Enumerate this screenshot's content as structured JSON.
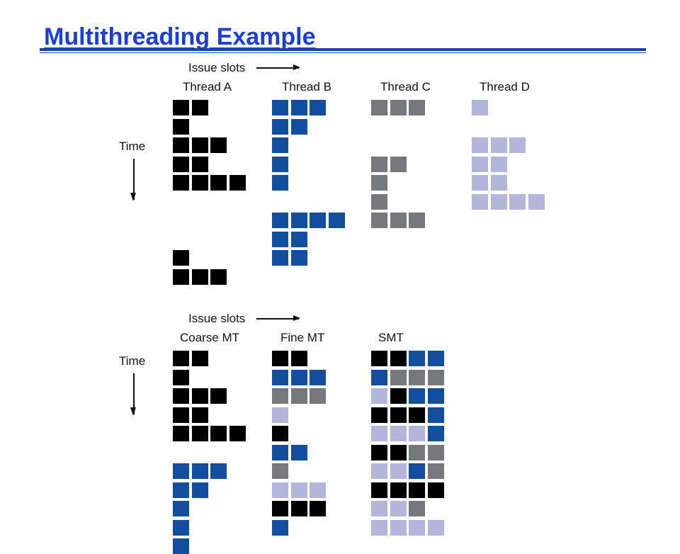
{
  "title": "Multithreading Example",
  "top": {
    "issue_slots_label": "Issue slots",
    "time_label": "Time",
    "threads": [
      {
        "name": "Thread A",
        "color": "#000000",
        "rows": [
          [
            1,
            1,
            0,
            0
          ],
          [
            1,
            0,
            0,
            0
          ],
          [
            1,
            1,
            1,
            0
          ],
          [
            1,
            1,
            0,
            0
          ],
          [
            1,
            1,
            1,
            1
          ],
          [
            0,
            0,
            0,
            0
          ],
          [
            0,
            0,
            0,
            0
          ],
          [
            0,
            0,
            0,
            0
          ],
          [
            1,
            0,
            0,
            0
          ],
          [
            1,
            1,
            1,
            0
          ]
        ]
      },
      {
        "name": "Thread B",
        "color": "#134e9c",
        "rows": [
          [
            1,
            1,
            1,
            0
          ],
          [
            1,
            1,
            0,
            0
          ],
          [
            1,
            0,
            0,
            0
          ],
          [
            1,
            0,
            0,
            0
          ],
          [
            1,
            0,
            0,
            0
          ],
          [
            0,
            0,
            0,
            0
          ],
          [
            1,
            1,
            1,
            1
          ],
          [
            1,
            1,
            0,
            0
          ],
          [
            1,
            1,
            0,
            0
          ]
        ]
      },
      {
        "name": "Thread C",
        "color": "#76787b",
        "rows": [
          [
            1,
            1,
            1,
            0
          ],
          [
            0,
            0,
            0,
            0
          ],
          [
            0,
            0,
            0,
            0
          ],
          [
            1,
            1,
            0,
            0
          ],
          [
            1,
            0,
            0,
            0
          ],
          [
            1,
            0,
            0,
            0
          ],
          [
            1,
            1,
            1,
            0
          ]
        ]
      },
      {
        "name": "Thread D",
        "color": "#b3b6db",
        "rows": [
          [
            1,
            0,
            0,
            0
          ],
          [
            0,
            0,
            0,
            0
          ],
          [
            1,
            1,
            1,
            0
          ],
          [
            1,
            1,
            0,
            0
          ],
          [
            1,
            1,
            0,
            0
          ],
          [
            1,
            1,
            1,
            1
          ]
        ]
      }
    ]
  },
  "bottom": {
    "issue_slots_label": "Issue slots",
    "time_label": "Time",
    "legend": {
      "A": "#000000",
      "B": "#134e9c",
      "C": "#76787b",
      "D": "#b3b6db"
    },
    "schemes": [
      {
        "name": "Coarse MT",
        "rows": [
          "AA..",
          "A...",
          "AAA.",
          "AA..",
          "AAAA",
          "....",
          "BBB.",
          "BB..",
          "B...",
          "B...",
          "B..."
        ]
      },
      {
        "name": "Fine MT",
        "rows": [
          "AA..",
          "BBB.",
          "CCC.",
          "D...",
          "A...",
          "BB..",
          "C...",
          "DDD.",
          "AAA.",
          "B..."
        ]
      },
      {
        "name": "SMT",
        "rows": [
          "AABB",
          "BCCC",
          "DABB",
          "AAAB",
          "DDDB",
          "AACC",
          "DDBC",
          "AAAA",
          "DDC.",
          "DDDD"
        ]
      }
    ]
  }
}
